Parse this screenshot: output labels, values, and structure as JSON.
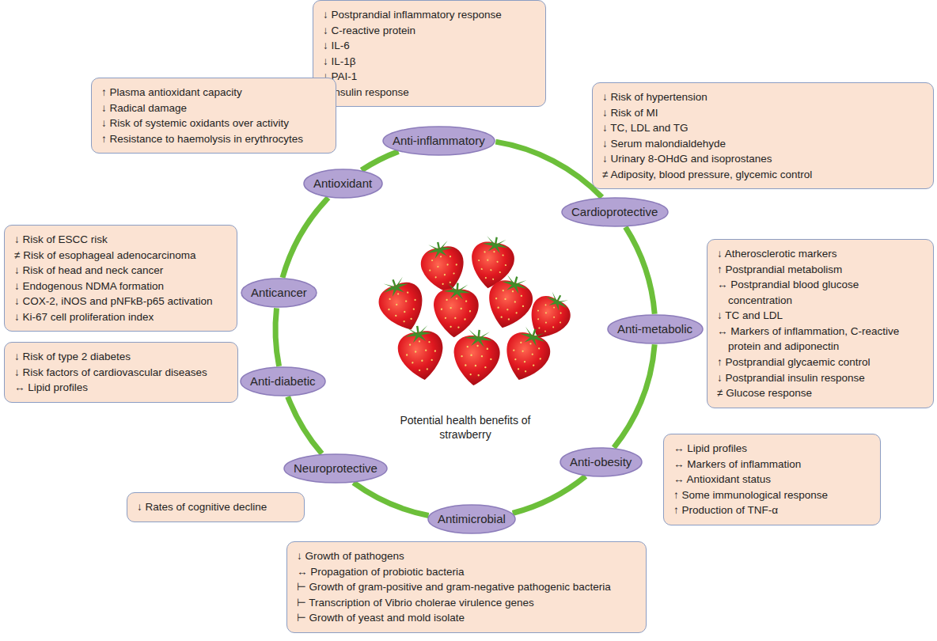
{
  "diagram": {
    "nodes": [
      {
        "text": [
          "Anti-inflammatory"
        ]
      },
      {
        "text": [
          "↓ Postprandial inflammatory response",
          "↓ C-reactive protein",
          "↓ IL-6",
          "↓ IL-1β",
          "↓ PAI-1",
          "↓ Insulin response"
        ]
      },
      {
        "text": [
          "Cardioprotective"
        ]
      },
      {
        "text": [
          "↓ Risk of hypertension",
          "↓ Risk of MI",
          "↓ TC, LDL and TG",
          "↓ Serum malondialdehyde",
          "↓ Urinary 8-OHdG and isoprostanes",
          "≠ Adiposity, blood pressure, glycemic control"
        ]
      },
      {
        "text": [
          "Anti-metabolic"
        ]
      },
      {
        "text": [
          "↓ Atherosclerotic markers",
          "↑ Postprandial metabolism",
          "↔ Postprandial blood glucose concentration",
          "↓ TC and LDL",
          "↔ Markers of inflammation, C-reactive protein and adiponectin",
          "↑ Postprandial glycaemic control",
          "↓ Postprandial insulin response",
          "≠ Glucose response"
        ]
      },
      {
        "text": [
          "Anti-obesity"
        ]
      },
      {
        "text": [
          "↔ Lipid profiles",
          "↔ Markers of inflammation",
          "↔ Antioxidant status",
          "↑ Some immunological response",
          "↑ Production of TNF-α"
        ]
      },
      {
        "text": [
          "Antimicrobial"
        ]
      },
      {
        "text": [
          "↓ Growth of pathogens",
          "↔ Propagation of probiotic bacteria",
          "⊢ Growth of gram-positive and gram-negative pathogenic bacteria",
          "⊢ Transcription of Vibrio cholerae virulence genes",
          "⊢ Growth of yeast and mold isolate"
        ]
      },
      {
        "text": [
          "Neuroprotective"
        ]
      },
      {
        "text": [
          "↓ Rates of cognitive decline"
        ]
      },
      {
        "text": [
          "Anti-diabetic"
        ]
      },
      {
        "text": [
          "↓ Risk of type 2 diabetes",
          "↓ Risk factors of cardiovascular diseases",
          "↔ Lipid profiles"
        ]
      },
      {
        "text": [
          "Anticancer"
        ]
      },
      {
        "text": [
          "↓ Risk of ESCC risk",
          "≠ Risk of esophageal adenocarcinoma",
          "↓ Risk of head and neck cancer",
          "↓ Endogenous NDMA formation",
          "↓ COX-2, iNOS and pNFkB-p65 activation",
          "↓ Ki-67 cell proliferation index"
        ]
      },
      {
        "text": [
          "Antioxidant"
        ]
      },
      {
        "text": [
          "↑ Plasma antioxidant capacity",
          "↓ Radical damage",
          "↓ Risk of systemic oxidants over activity",
          "↑ Resistance to haemolysis in erythrocytes"
        ]
      }
    ],
    "edges": [
      {
        "from": 0,
        "to": 2,
        "arrow": "none"
      },
      {
        "from": 2,
        "to": 4,
        "arrow": "none"
      },
      {
        "from": 4,
        "to": 6,
        "arrow": "none"
      },
      {
        "from": 6,
        "to": 8,
        "arrow": "none"
      },
      {
        "from": 8,
        "to": 10,
        "arrow": "none"
      },
      {
        "from": 10,
        "to": 12,
        "arrow": "none"
      },
      {
        "from": 12,
        "to": 14,
        "arrow": "none"
      },
      {
        "from": 14,
        "to": 16,
        "arrow": "none"
      },
      {
        "from": 16,
        "to": 0,
        "arrow": "none"
      }
    ],
    "labels": [
      "Potential health benefits of strawberry"
    ]
  }
}
